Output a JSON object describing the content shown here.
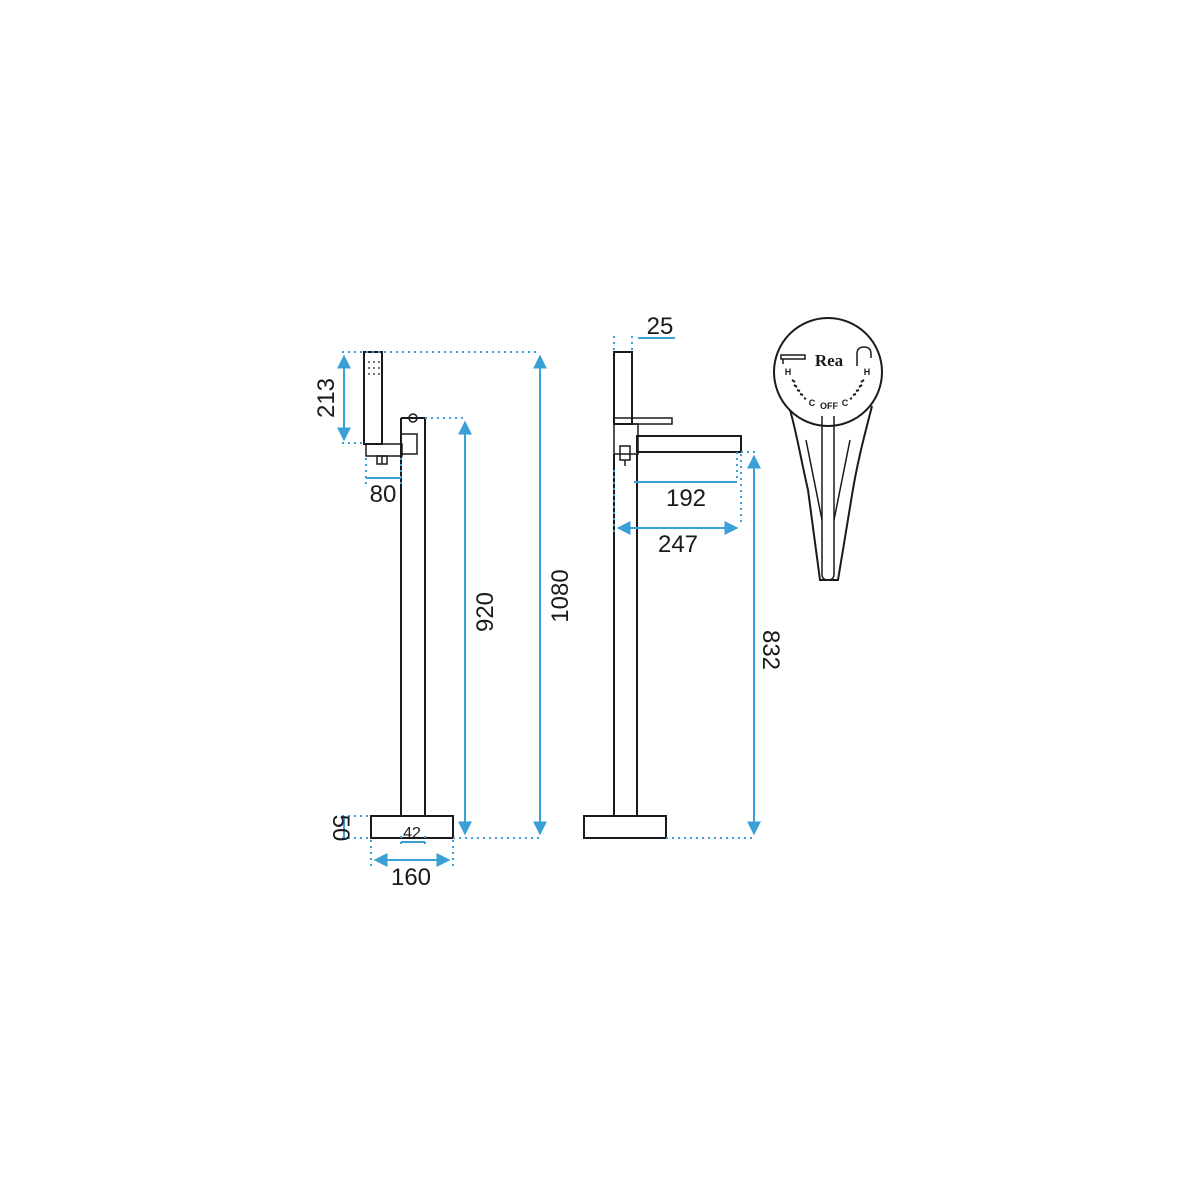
{
  "dimensions": {
    "handshower_height": "213",
    "bracket_depth": "80",
    "spout_height": "920",
    "total_height": "1080",
    "base_height": "50",
    "column_width": "42",
    "base_width": "160",
    "handle_thickness": "25",
    "spout_reach_inner": "192",
    "spout_reach_total": "247",
    "spout_outlet_height": "832"
  },
  "handle": {
    "brand": "Rea",
    "hot_left": "H",
    "hot_right": "H",
    "cold_left": "C",
    "cold_right": "C",
    "off": "OFF"
  },
  "colors": {
    "outline": "#1a1a1a",
    "dimension": "#3aa0d6"
  }
}
